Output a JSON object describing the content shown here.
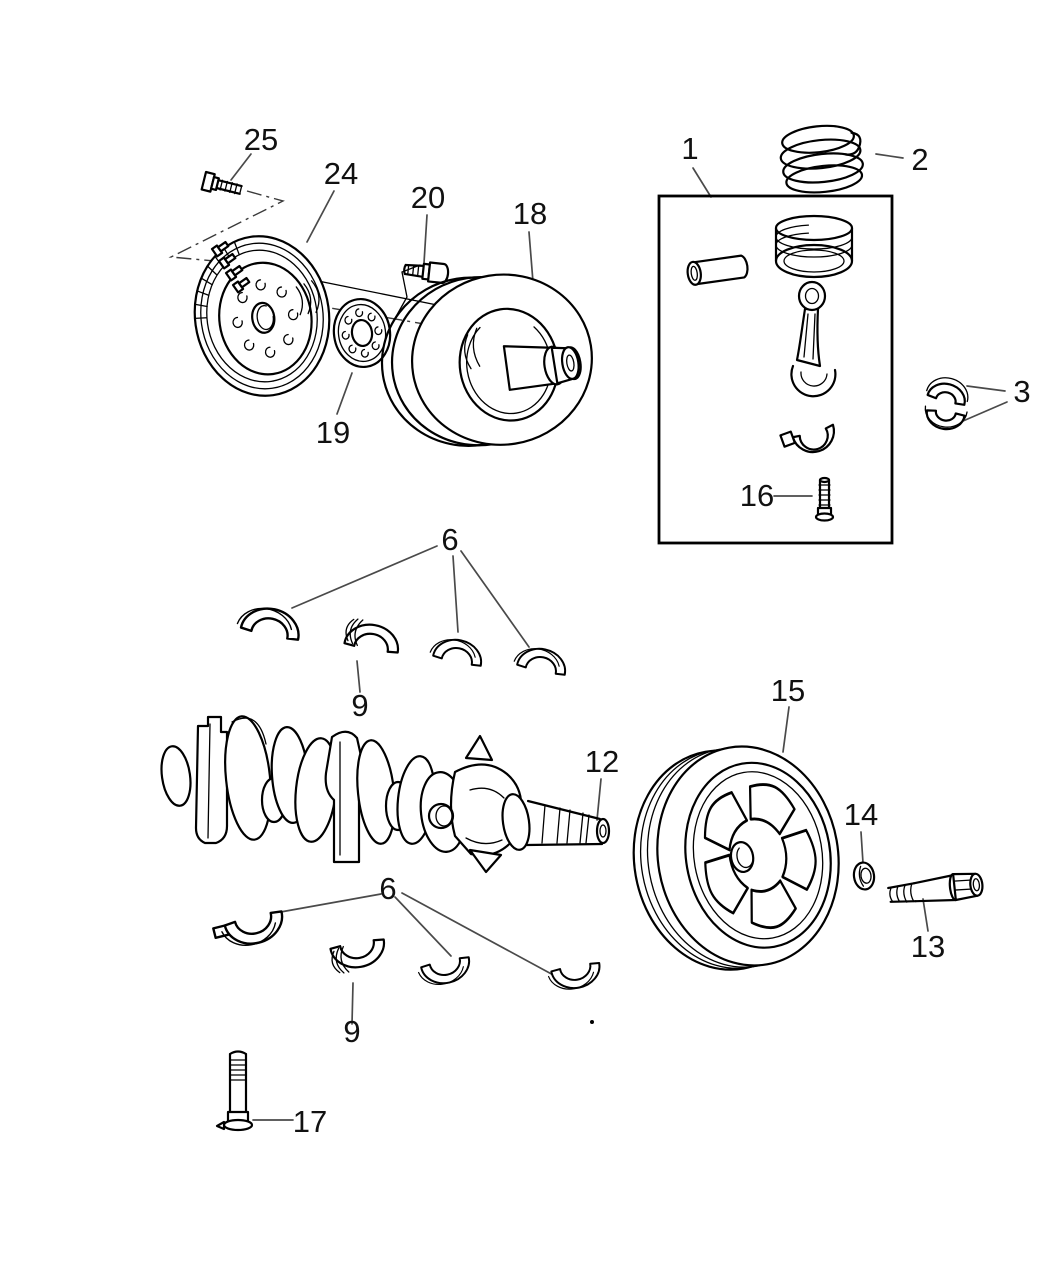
{
  "colors": {
    "background": "#ffffff",
    "part_outline": "#000000",
    "leader_line": "#4a4a4a",
    "label_text": "#111111"
  },
  "callouts": {
    "c1": "1",
    "c2": "2",
    "c3": "3",
    "c6a": "6",
    "c6b": "6",
    "c9a": "9",
    "c9b": "9",
    "c12": "12",
    "c13": "13",
    "c14": "14",
    "c15": "15",
    "c16": "16",
    "c17": "17",
    "c18": "18",
    "c19": "19",
    "c20": "20",
    "c24": "24",
    "c25": "25"
  }
}
